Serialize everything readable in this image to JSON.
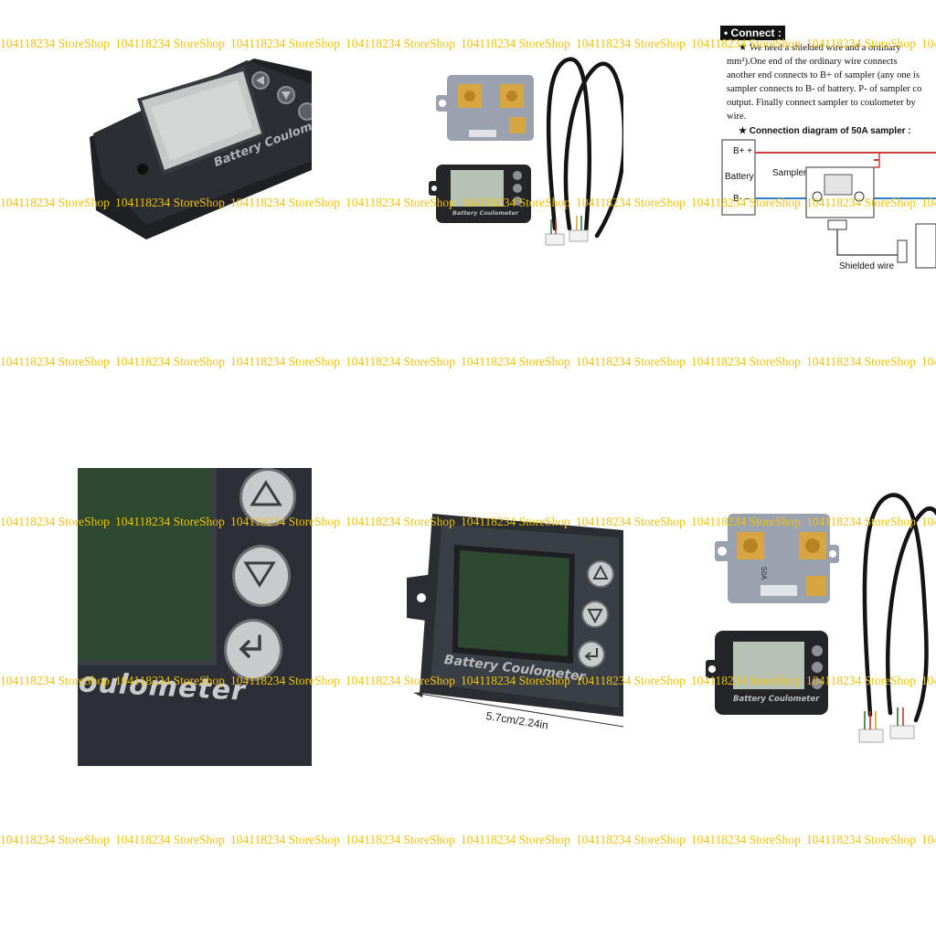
{
  "watermark": "104118234 StoreShop",
  "device": {
    "label": "Battery Coulometer",
    "label_cropped": "oulometer"
  },
  "sampler": {
    "rating": "50A",
    "word": "Sampler"
  },
  "dimension": {
    "text": "5.7cm/2.24in"
  },
  "connect": {
    "heading": "Connect :",
    "lines": [
      "★  We need a shielded wire and a ordinary",
      "mm²).One end of the ordinary wire connects",
      "another end connects to B+ of sampler (any one is",
      "sampler connects to B- of battery. P- of sampler co",
      "output. Finally connect sampler to coulometer by",
      "wire."
    ],
    "diagram_title": "★  Connection diagram of 50A sampler :",
    "labels": {
      "b_plus": "B+ +",
      "battery": "Battery",
      "b_minus": "B- –",
      "sampler": "Sampler",
      "shielded": "Shielded wire"
    }
  },
  "colors": {
    "watermark": "#f2c20a",
    "lcd": "#2d4a30",
    "case": "#2c2f35",
    "wire_red": "#d23c3c",
    "wire_blue": "#2f7fc7"
  }
}
